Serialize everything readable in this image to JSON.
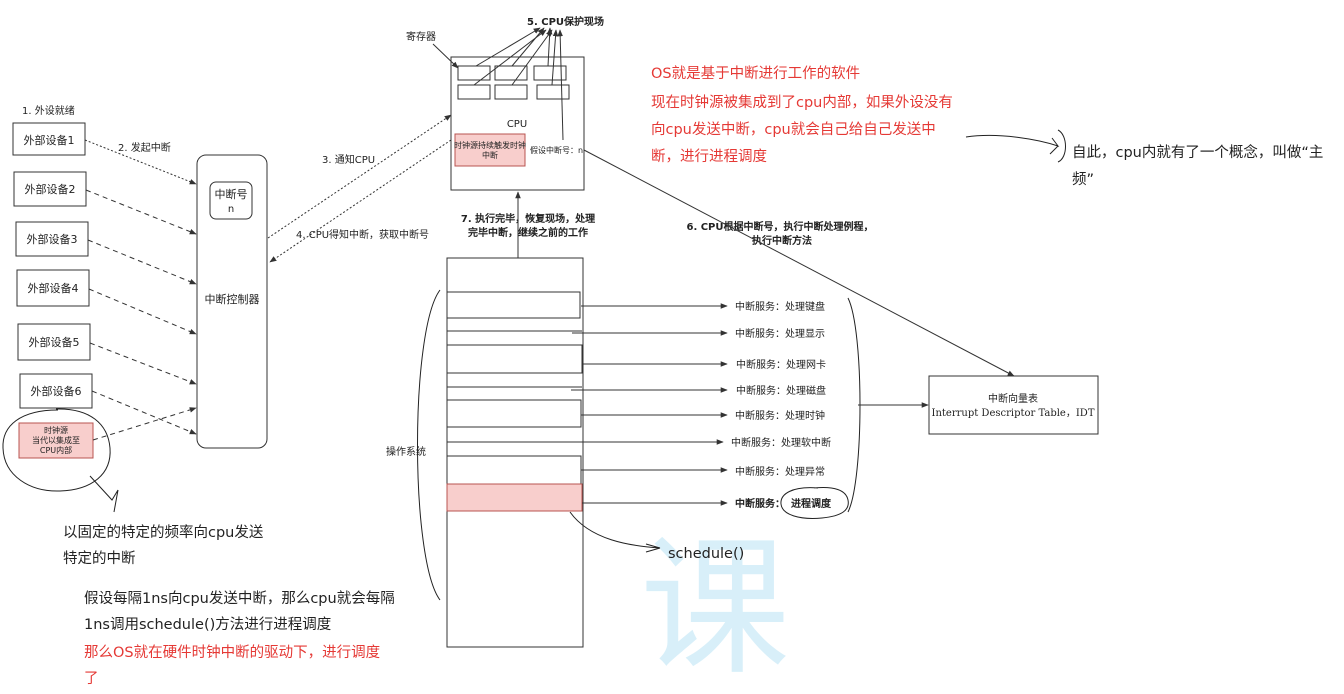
{
  "labels": {
    "step1": "1. 外设就绪",
    "step2": "2. 发起中断",
    "step3": "3. 通知CPU",
    "step4": "4. CPU得知中断，获取中断号",
    "step5": "5. CPU保护现场",
    "step6_line1": "6. CPU根据中断号，执行中断处理例程，",
    "step6_line2": "执行中断方法",
    "step7_line1": "7. 执行完毕，恢复现场，处理",
    "step7_line2": "完毕中断，继续之前的工作",
    "register": "寄存器",
    "os": "操作系统",
    "schedule": "schedule()"
  },
  "devices": [
    "外部设备1",
    "外部设备2",
    "外部设备3",
    "外部设备4",
    "外部设备5",
    "外部设备6"
  ],
  "clock_source": [
    "时钟源",
    "当代以集成至",
    "CPU内部"
  ],
  "controller": {
    "title": "中断控制器",
    "irq_label": "中断号",
    "irq_value": "n"
  },
  "cpu": {
    "title": "CPU",
    "clock_line1": "时钟源持续触发时钟",
    "clock_line2": "中断",
    "irq_label": "假设中断号：n"
  },
  "services": [
    "中断服务：处理键盘",
    "中断服务：处理显示",
    "中断服务：处理网卡",
    "中断服务：处理磁盘",
    "中断服务：处理时钟",
    "中断服务：处理软中断",
    "中断服务：处理异常"
  ],
  "sched_service": {
    "prefix": "中断服务：",
    "circled": "进程调度"
  },
  "idt": {
    "line1": "中断向量表",
    "line2": "Interrupt Descriptor Table，IDT"
  },
  "notes": {
    "red_top": [
      "OS就是基于中断进行工作的软件",
      "现在时钟源被集成到了cpu内部，如果外设没有",
      "向cpu发送中断，cpu就会自己给自己发送中",
      "断，进行进程调度"
    ],
    "main_freq_line1": "自此，cpu内就有了一个概念，叫做“主",
    "main_freq_line2": "频”",
    "fixed_freq": [
      "以固定的特定的频率向cpu发送",
      "特定的中断"
    ],
    "assume": [
      "假设每隔1ns向cpu发送中断，那么cpu就会每隔",
      "1ns调用schedule()方法进行进程调度"
    ],
    "red_bottom": [
      "那么OS就在硬件时钟中断的驱动下，进行调度",
      "了"
    ]
  },
  "watermark": "课"
}
